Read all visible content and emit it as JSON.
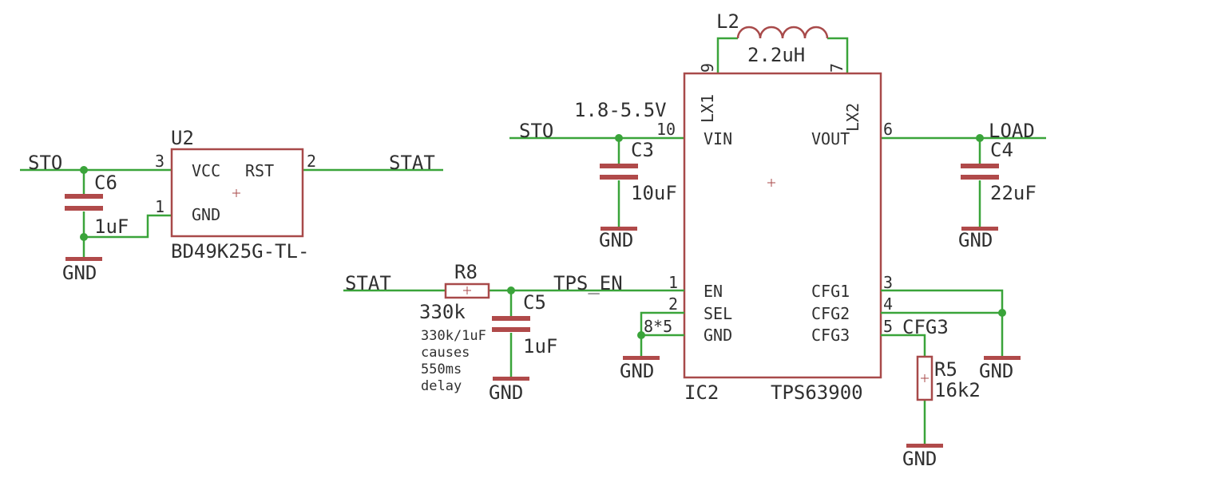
{
  "schematic": {
    "net_labels": {
      "sto_left": "STO",
      "stat_u2": "STAT",
      "sto_ic2": "STO",
      "load": "LOAD",
      "stat_r8": "STAT",
      "tps_en": "TPS_EN",
      "cfg3": "CFG3",
      "voltage_range": "1.8-5.5V"
    },
    "gnd_label": "GND",
    "u2": {
      "name": "U2",
      "value": "BD49K25G-TL-",
      "pins": {
        "vcc": "VCC",
        "rst": "RST",
        "gnd": "GND"
      },
      "pin_numbers": {
        "vcc": "3",
        "rst": "2",
        "gnd": "1"
      }
    },
    "c6": {
      "name": "C6",
      "value": "1uF"
    },
    "l2": {
      "name": "L2",
      "value": "2.2uH"
    },
    "c3": {
      "name": "C3",
      "value": "10uF"
    },
    "c4": {
      "name": "C4",
      "value": "22uF"
    },
    "r8": {
      "name": "R8",
      "value": "330k"
    },
    "c5": {
      "name": "C5",
      "value": "1uF"
    },
    "r5": {
      "name": "R5",
      "value": "16k2"
    },
    "note": [
      "330k/1uF",
      "causes",
      "550ms",
      "delay"
    ],
    "ic2": {
      "name": "IC2",
      "value": "TPS63900",
      "pins": {
        "vin": "VIN",
        "vout": "VOUT",
        "lx1": "LX1",
        "lx2": "LX2",
        "en": "EN",
        "sel": "SEL",
        "gnd": "GND",
        "cfg1": "CFG1",
        "cfg2": "CFG2",
        "cfg3": "CFG3"
      },
      "pin_numbers": {
        "lx1": "9",
        "lx2": "7",
        "vin": "10",
        "vout": "6",
        "en": "1",
        "sel": "2",
        "gnd": "8*5",
        "cfg1": "3",
        "cfg2": "4",
        "cfg3": "5"
      }
    },
    "colors": {
      "wire": "#3aa43a",
      "part": "#a84a4a",
      "text": "#303030"
    }
  }
}
